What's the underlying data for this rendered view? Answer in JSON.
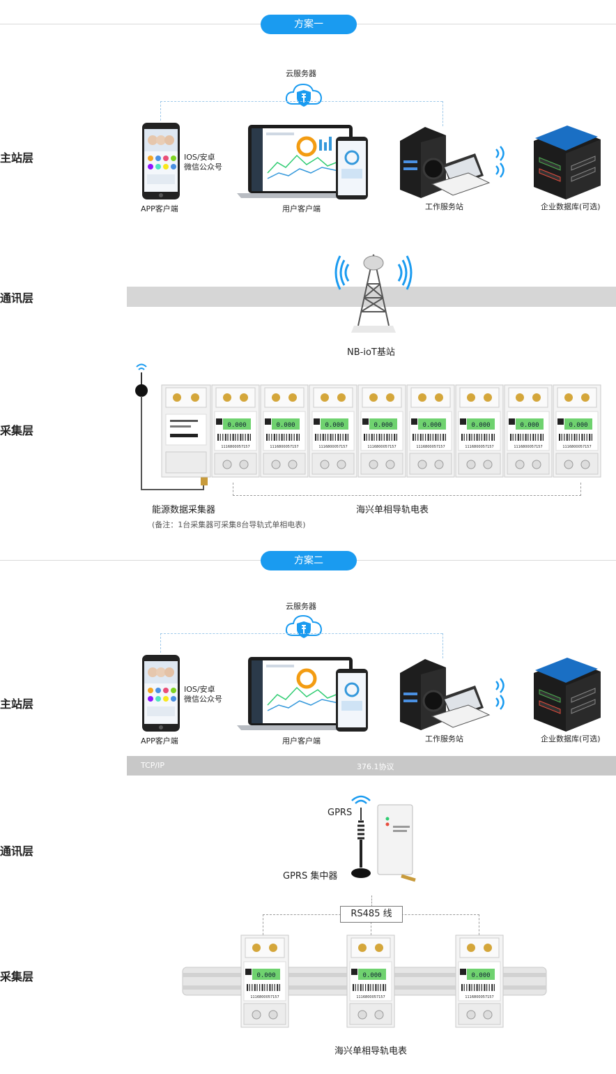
{
  "scheme1": {
    "title": "方案一",
    "layers": {
      "master": "主站层",
      "comm": "通讯层",
      "collect": "采集层"
    },
    "cloud_label": "云服务器",
    "app_label": "APP客户端",
    "app_platform_line1": "IOS/安卓",
    "app_platform_line2": "微信公众号",
    "user_client_label": "用户客户端",
    "workstation_label": "工作服务站",
    "database_label": "企业数据库(可选)",
    "base_station_label": "NB-ioT基站",
    "collector_label": "能源数据采集器",
    "meters_label": "海兴单相导轨电表",
    "note": "(备注：1台采集器可采集8台导轨式单相电表)",
    "meter_display": "0.000",
    "meter_serial": "1116800057157"
  },
  "scheme2": {
    "title": "方案二",
    "layers": {
      "master": "主站层",
      "comm": "通讯层",
      "collect": "采集层"
    },
    "cloud_label": "云服务器",
    "app_label": "APP客户端",
    "app_platform_line1": "IOS/安卓",
    "app_platform_line2": "微信公众号",
    "user_client_label": "用户客户端",
    "workstation_label": "工作服务站",
    "database_label": "企业数据库(可选)",
    "band_left": "TCP/IP",
    "band_right": "376.1协议",
    "gprs_label": "GPRS",
    "concentrator_label": "GPRS 集中器",
    "rs485_label": "RS485 线",
    "meters_label": "海兴单相导轨电表",
    "meter_display": "0.000",
    "meter_serial": "1116800057157"
  },
  "colors": {
    "accent": "#1a9bf0",
    "band": "#d6d6d6",
    "dash": "#9ec9ea"
  },
  "icons": [
    "cloud-shield-icon",
    "smartphone-icon",
    "laptop-icon",
    "server-icon",
    "database-icon",
    "signal-tower-icon",
    "antenna-icon",
    "wifi-icon"
  ]
}
